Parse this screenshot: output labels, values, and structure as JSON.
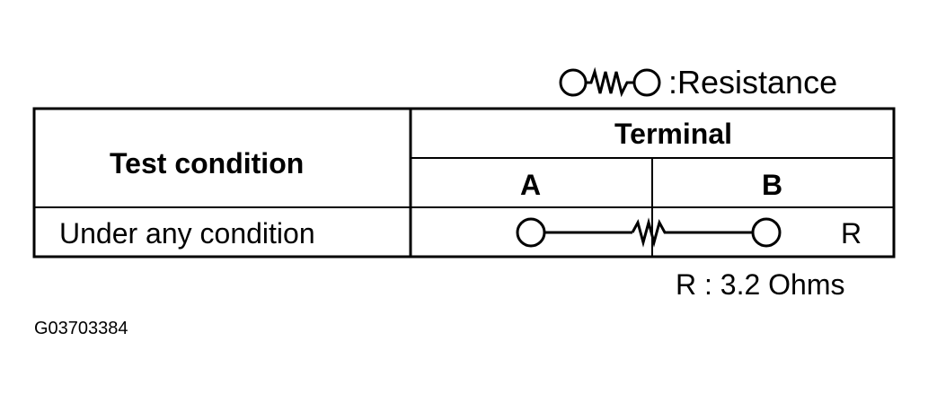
{
  "legend": {
    "symbol": "resistance-symbol-icon",
    "label": ":Resistance"
  },
  "table": {
    "header_test_condition": "Test condition",
    "header_terminal": "Terminal",
    "terminal_a": "A",
    "terminal_b": "B",
    "rows": [
      {
        "condition": "Under any condition",
        "connection": "resistance",
        "symbol": "R"
      }
    ]
  },
  "footnote": "R : 3.2 Ohms",
  "figure_id": "G03703384",
  "colors": {
    "line": "#000000",
    "background": "#ffffff"
  }
}
